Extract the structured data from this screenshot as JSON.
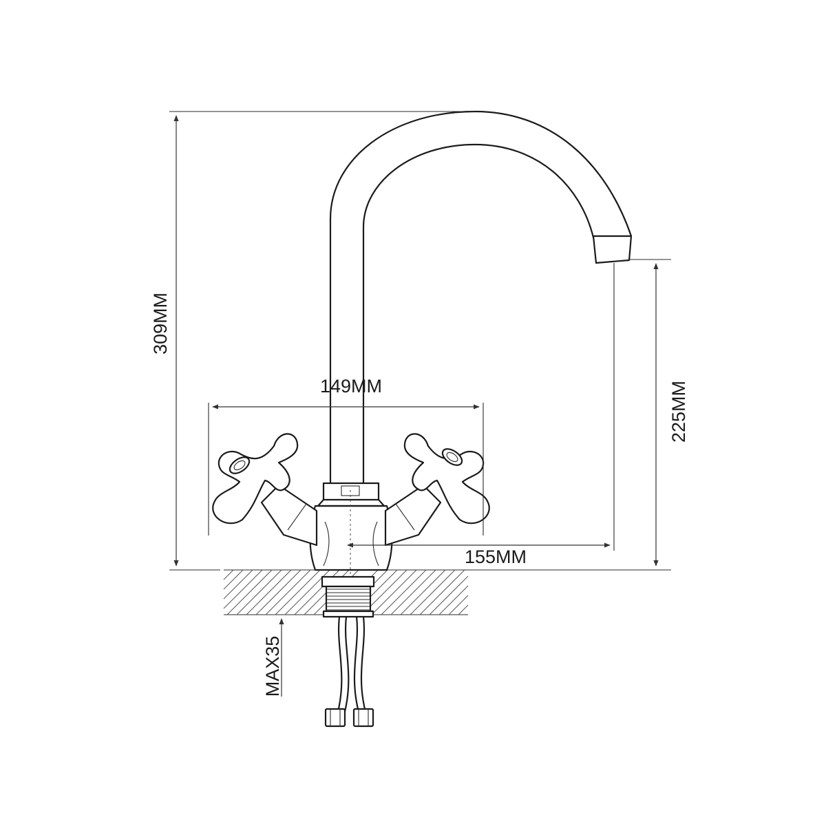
{
  "dimensions": {
    "total_height": "309MM",
    "handle_span": "149MM",
    "spout_height": "225MM",
    "spout_reach": "155MM",
    "max_thickness": "MAX35"
  },
  "colors": {
    "line": "#1a1a1a",
    "background": "#ffffff"
  }
}
